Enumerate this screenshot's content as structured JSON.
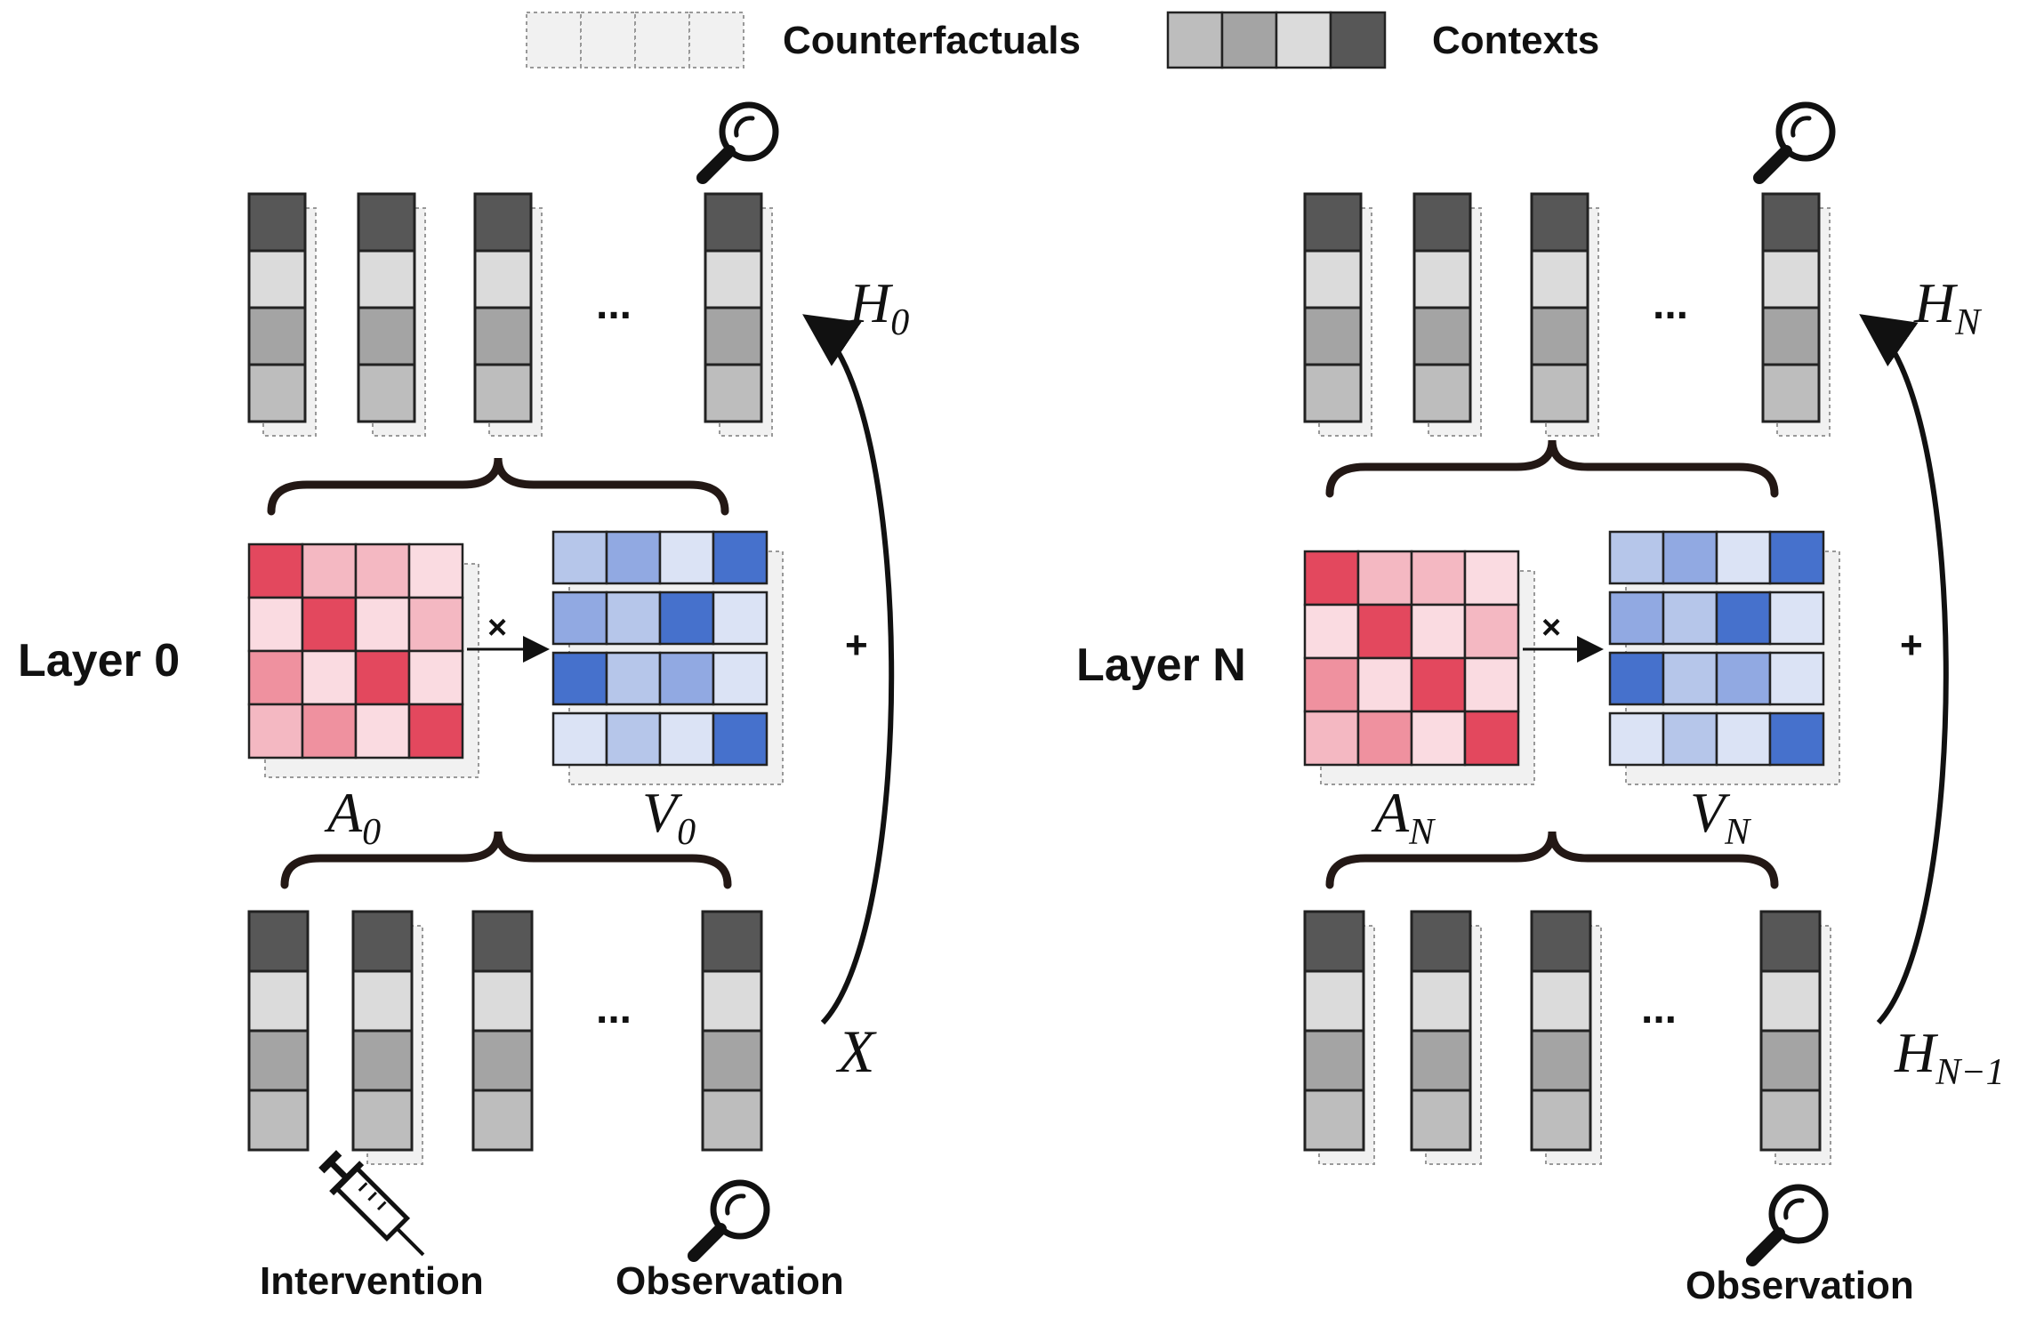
{
  "legend": {
    "counterfactuals_label": "Counterfactuals",
    "contexts_label": "Contexts"
  },
  "colors": {
    "context_cells": [
      "#bdbdbd",
      "#a4a4a4",
      "#dbdbdb",
      "#575757"
    ],
    "counterfactual_cell": "#f1f1f1",
    "attention_diag": "#e3485e",
    "attention_mid": "#ef919f",
    "attention_light": "#f4b8c2",
    "attention_pale": "#fadbe1",
    "value_dark": "#4671cc",
    "value_mid": "#91a9e2",
    "value_light": "#b6c6ea",
    "value_pale": "#dbe3f5"
  },
  "panels": [
    {
      "layer_label": "Layer 0",
      "attention_label": "A",
      "attention_sub": "0",
      "value_label": "V",
      "value_sub": "0",
      "times_symbol": "×",
      "plus_symbol": "+",
      "output_label": "H",
      "output_sub": "0",
      "input_label": "X",
      "input_sub": "",
      "ellipsis_top": "...",
      "ellipsis_bottom": "...",
      "intervention_label": "Intervention",
      "observation_label": "Observation"
    },
    {
      "layer_label": "Layer N",
      "attention_label": "A",
      "attention_sub": "N",
      "value_label": "V",
      "value_sub": "N",
      "times_symbol": "×",
      "plus_symbol": "+",
      "output_label": "H",
      "output_sub": "N",
      "input_label": "H",
      "input_sub": "N−1",
      "ellipsis_top": "...",
      "ellipsis_bottom": "...",
      "intervention_label": "",
      "observation_label": "Observation"
    }
  ],
  "attention_matrix": [
    [
      "diag",
      "light",
      "light",
      "pale"
    ],
    [
      "pale",
      "diag",
      "pale",
      "light"
    ],
    [
      "mid",
      "pale",
      "diag",
      "pale"
    ],
    [
      "light",
      "mid",
      "pale",
      "diag"
    ]
  ],
  "value_matrix": [
    [
      "light",
      "mid",
      "pale",
      "dark"
    ],
    [
      "mid",
      "light",
      "dark",
      "pale"
    ],
    [
      "dark",
      "light",
      "mid",
      "pale"
    ],
    [
      "pale",
      "light",
      "pale",
      "dark"
    ]
  ],
  "token_column_cells": [
    "dark",
    "pale",
    "mid",
    "light"
  ]
}
